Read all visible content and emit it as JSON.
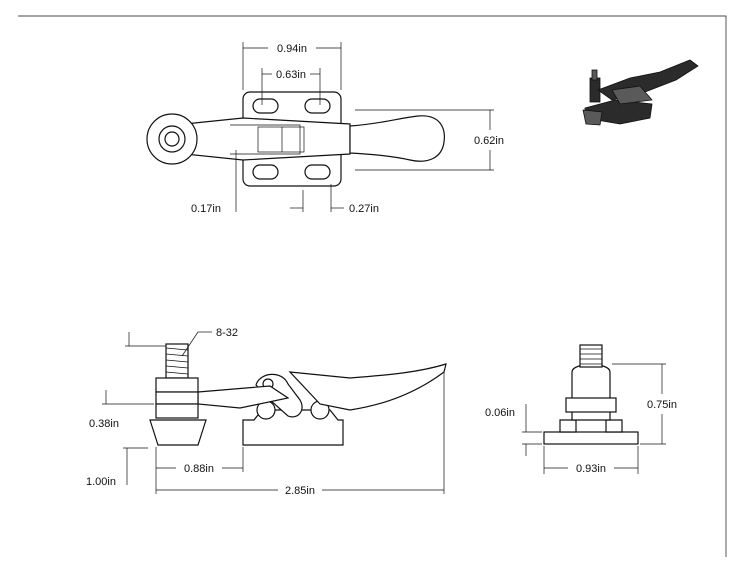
{
  "title": "",
  "dimensions": {
    "top_overall_width": "0.94in",
    "top_hole_spacing": "0.63in",
    "top_handle_height": "0.62in",
    "top_slot_width": "0.17in",
    "top_slot_offset": "0.27in",
    "side_thread": "8-32",
    "side_spindle_height": "0.38in",
    "side_base_height": "1.00in",
    "side_spindle_offset": "0.88in",
    "side_overall_length": "2.85in",
    "front_base_thickness": "0.06in",
    "front_height": "0.75in",
    "front_base_width": "0.93in"
  },
  "colors": {
    "line": "#111111",
    "render_dark": "#2b2b2b",
    "render_mid": "#5a5a5a"
  }
}
